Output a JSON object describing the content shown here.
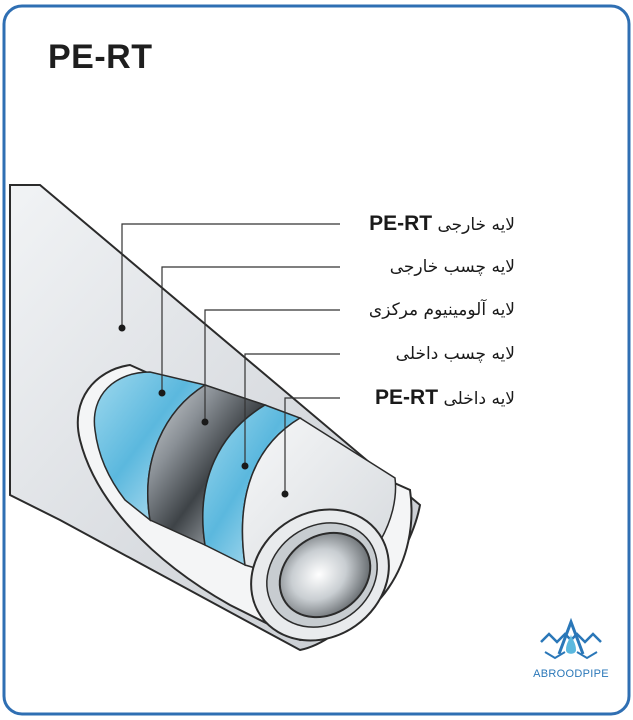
{
  "title": "PE-RT",
  "labels": {
    "outer_pe": {
      "ar": "لایه خارجی",
      "en": "PE-RT"
    },
    "outer_adhesive": "لایه چسب خارجی",
    "aluminium": "لایه آلومینیوم مرکزی",
    "inner_adhesive": "لایه چسب داخلی",
    "inner_pe": {
      "ar": "لایه داخلی",
      "en": "PE-RT"
    }
  },
  "brand": {
    "name": "ABROODPIPE"
  },
  "colors": {
    "frame": "#2f6fb3",
    "pipe_gray": "#d9dde1",
    "adhesive_blue": "#68bfe0",
    "aluminium": "#8f969c",
    "brand": "#2a77b8"
  }
}
